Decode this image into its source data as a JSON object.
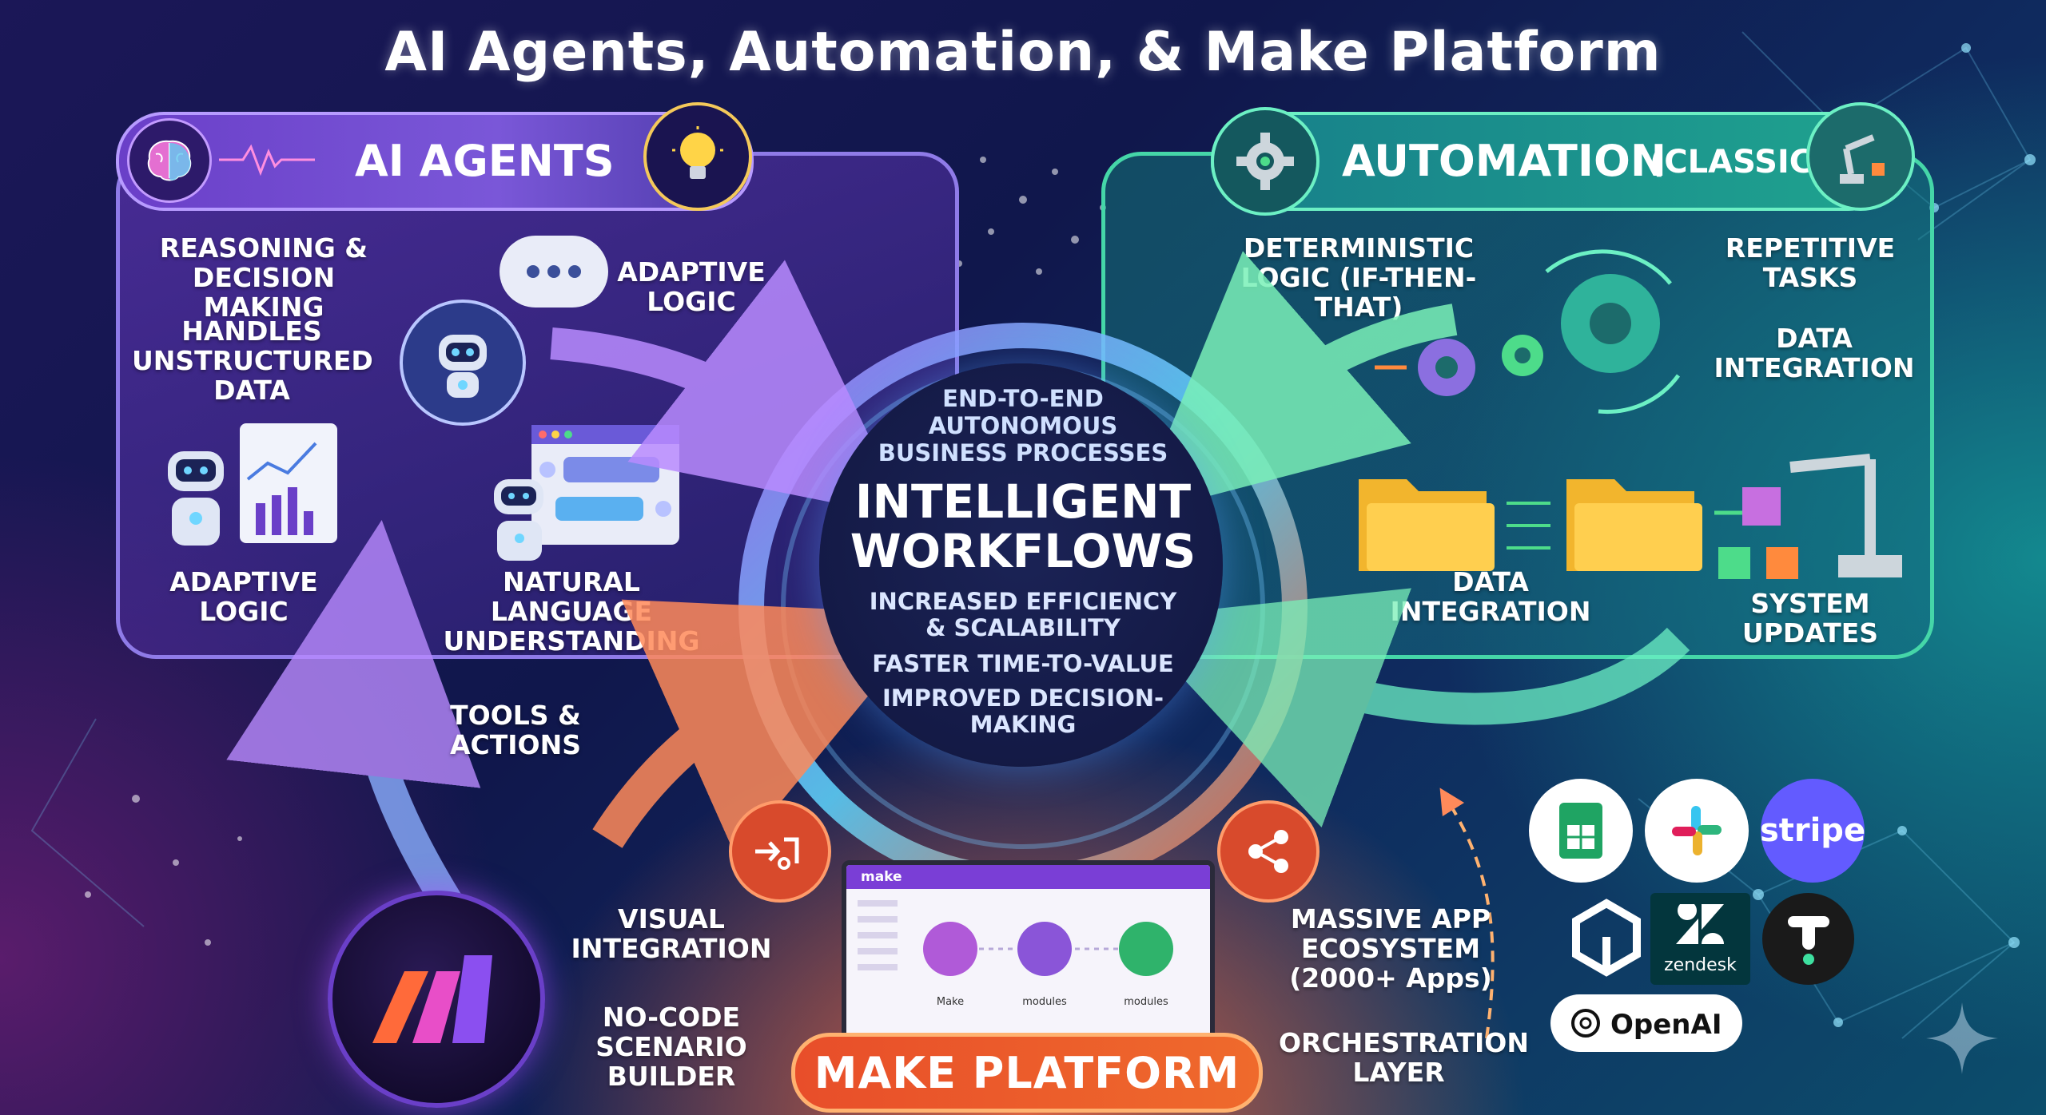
{
  "title": "AI Agents, Automation, & Make Platform",
  "ai_agents": {
    "header": "AI AGENTS",
    "features": {
      "reasoning": "REASONING & DECISION MAKING",
      "unstructured": "HANDLES UNSTRUCTURED DATA",
      "adaptive_top": "ADAPTIVE LOGIC",
      "adaptive_bottom": "ADAPTIVE LOGIC",
      "nlu": "NATURAL LANGUAGE UNDERSTANDING"
    }
  },
  "automation": {
    "header": "AUTOMATION",
    "header_sub": "(CLASSIC)",
    "features": {
      "deterministic": "DETERMINISTIC LOGIC (IF-THEN-THAT)",
      "repetitive": "REPETITIVE TASKS",
      "data_integration_right": "DATA INTEGRATION",
      "data_integration_center": "DATA INTEGRATION",
      "system_updates": "SYSTEM UPDATES"
    }
  },
  "center": {
    "top": "END-TO-END AUTONOMOUS BUSINESS PROCESSES",
    "main_line1": "INTELLIGENT",
    "main_line2": "WORKFLOWS",
    "benefit1": "INCREASED EFFICIENCY & SCALABILITY",
    "benefit2": "FASTER TIME-TO-VALUE",
    "benefit3": "IMPROVED DECISION-MAKING"
  },
  "tools_actions": "TOOLS & ACTIONS",
  "make": {
    "header": "MAKE PLATFORM",
    "visual_integration": "VISUAL INTEGRATION",
    "no_code": "NO-CODE SCENARIO BUILDER",
    "ecosystem": "MASSIVE APP ECOSYSTEM (2000+ Apps)",
    "orchestration": "ORCHESTRATION LAYER",
    "screen": {
      "app_name": "make",
      "module1": "Make",
      "module2": "modules",
      "module3": "modules"
    }
  },
  "apps": {
    "stripe": "stripe",
    "zendesk": "zendesk",
    "openai": "OpenAI"
  },
  "colors": {
    "ai_purple": "#8f7be8",
    "automation_teal": "#45d6a8",
    "make_orange": "#ef6a2c",
    "center_navy": "#141a46"
  }
}
